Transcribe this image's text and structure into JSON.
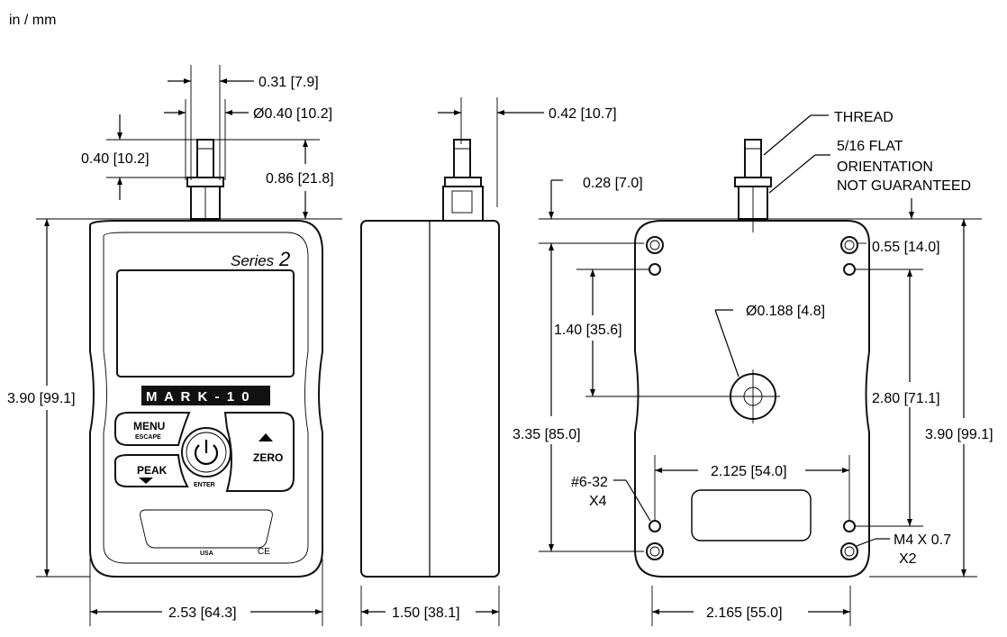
{
  "units_label": "in / mm",
  "front": {
    "brand": "M A R K - 1 0",
    "series": "Series",
    "series_num": "2",
    "menu": "MENU",
    "escape": "ESCAPE",
    "peak": "PEAK",
    "zero": "ZERO",
    "enter": "ENTER",
    "usa": "USA",
    "ce": "CE",
    "dims": {
      "stud_flat": "0.31 [7.9]",
      "stud_dia": "Ø0.40 [10.2]",
      "stud_len": "0.40 [10.2]",
      "stud_total": "0.86 [21.8]",
      "height": "3.90 [99.1]",
      "width": "2.53 [64.3]"
    }
  },
  "side": {
    "dims": {
      "offset": "0.42 [10.7]",
      "depth": "1.50 [38.1]"
    }
  },
  "back": {
    "labels": {
      "thread": "THREAD",
      "flat1": "5/16 FLAT",
      "flat2": "ORIENTATION",
      "flat3": "NOT GUARANTEED",
      "screw1": "#6-32",
      "screw2": "X4",
      "m4a": "M4 X 0.7",
      "m4b": "X2"
    },
    "dims": {
      "top_gap": "0.28 [7.0]",
      "corner": "0.55 [14.0]",
      "hole_dia": "Ø0.188 [4.8]",
      "hole_height": "1.40 [35.6]",
      "screw_span_v": "2.80 [71.1]",
      "height": "3.90 [99.1]",
      "mount_span_v": "3.35 [85.0]",
      "screw_span_h": "2.125 [54.0]",
      "width": "2.165 [55.0]"
    }
  }
}
